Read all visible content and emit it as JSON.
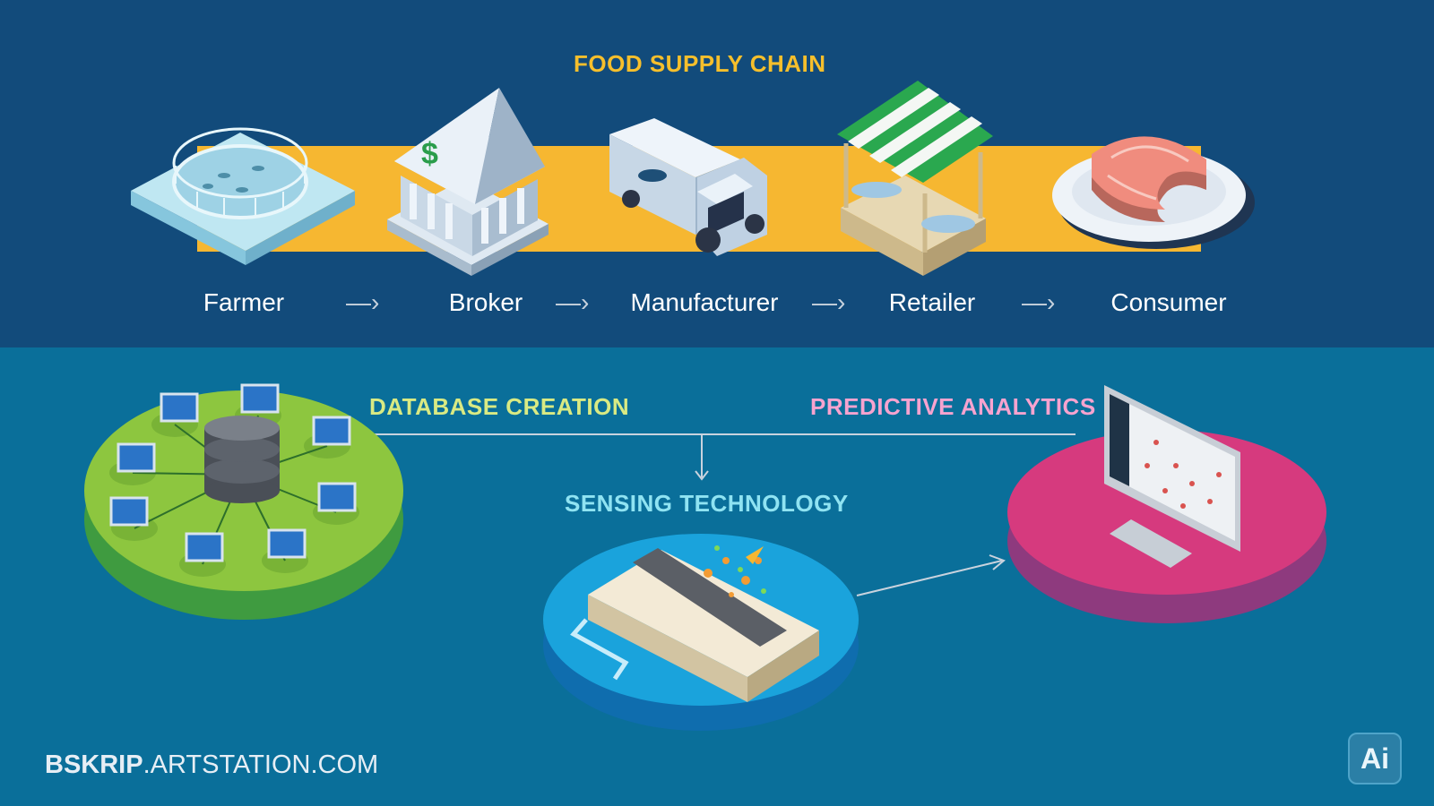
{
  "supply_chain": {
    "title": "FOOD SUPPLY CHAIN",
    "stages": [
      "Farmer",
      "Broker",
      "Manufacturer",
      "Retailer",
      "Consumer"
    ],
    "arrow_glyph": "—›",
    "icons": [
      "fish-farm-icon",
      "bank-icon",
      "delivery-truck-icon",
      "market-stall-icon",
      "salmon-steak-icon"
    ],
    "colors": {
      "band": "#124b7b",
      "conveyor": "#f6b731",
      "title": "#f6bf2c"
    }
  },
  "technology": {
    "database_title": "DATABASE CREATION",
    "predictive_title": "PREDICTIVE ANALYTICS",
    "sensing_title": "SENSING TECHNOLOGY",
    "icons": [
      "database-server-icon",
      "analytics-monitor-icon",
      "nanotube-sensor-icon"
    ],
    "colors": {
      "database_platform": "#8dc63f",
      "predictive_platform": "#d63a7e",
      "sensing_platform": "#1aa3dc"
    }
  },
  "footer": {
    "site_bold": "BSKRIP",
    "site_rest": ".ARTSTATION.COM",
    "badge": "Ai"
  }
}
